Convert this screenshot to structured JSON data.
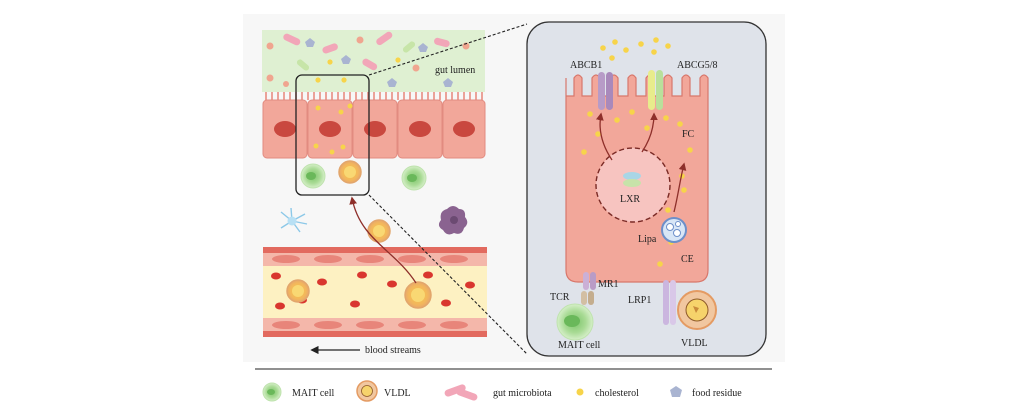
{
  "labels": {
    "gut_lumen": "gut lumen",
    "blood_streams": "blood streams",
    "abcb1": "ABCB1",
    "abcg58": "ABCG5/8",
    "fc": "FC",
    "lxr": "LXR",
    "lipa": "Lipa",
    "ce": "CE",
    "mr1": "MR1",
    "tcr": "TCR",
    "lrp1": "LRP1",
    "mait_cell": "MAIT cell",
    "vldl": "VLDL"
  },
  "legend": [
    {
      "icon": "mait-cell-icon",
      "label": "MAIT cell"
    },
    {
      "icon": "vldl-icon",
      "label": "VLDL"
    },
    {
      "icon": "gut-microbiota-icon",
      "label": "gut microbiota"
    },
    {
      "icon": "cholesterol-icon",
      "label": "cholesterol"
    },
    {
      "icon": "food-residue-icon",
      "label": "food residue"
    }
  ],
  "colors": {
    "enterocyte": "#f2a79a",
    "nucleus": "#c9483f",
    "cholesterol": "#f7d44a",
    "lumen": "#dff0d2",
    "mait": "#9fd38a",
    "vessel_wall": "#e26a5f",
    "plasma": "#fdf1c2",
    "inset_bg": "#dfe3ea",
    "arrow": "#8e2f2a"
  }
}
